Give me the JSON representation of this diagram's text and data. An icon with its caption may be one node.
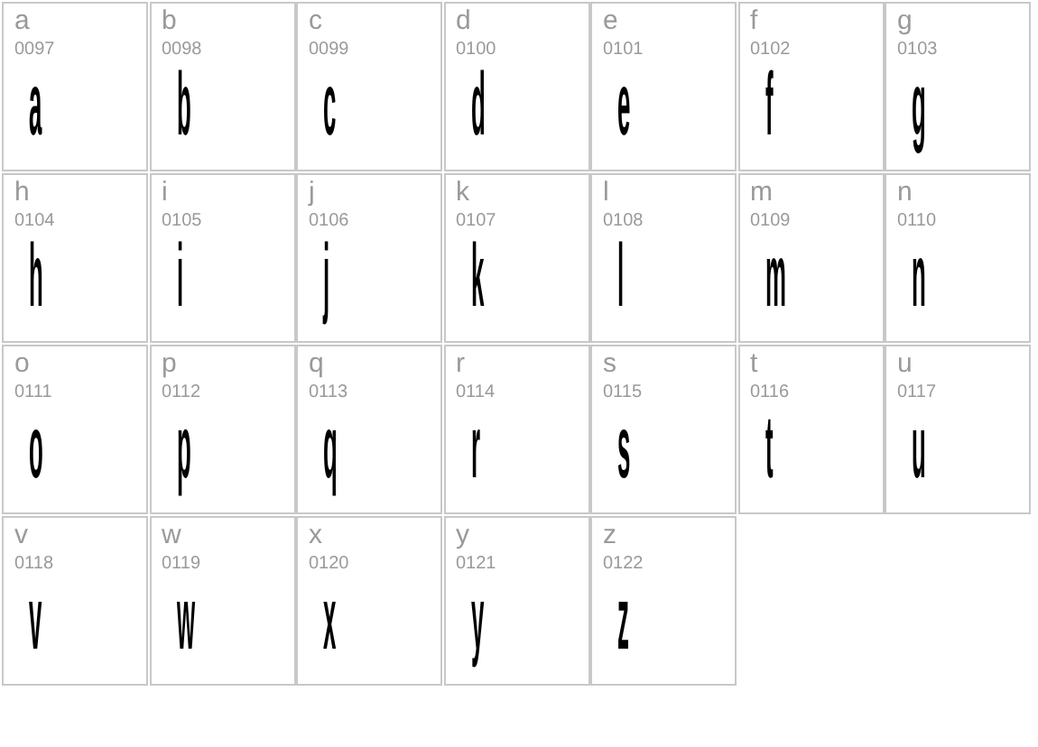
{
  "diagram": {
    "labels": [
      "a",
      "0097",
      "a",
      "b",
      "0098",
      "b",
      "c",
      "0099",
      "c",
      "d",
      "0100",
      "d",
      "e",
      "0101",
      "e",
      "f",
      "0102",
      "f",
      "g",
      "0103",
      "g",
      "h",
      "0104",
      "h",
      "i",
      "0105",
      "i",
      "j",
      "0106",
      "j",
      "k",
      "0107",
      "k",
      "l",
      "0108",
      "l",
      "m",
      "0109",
      "m",
      "n",
      "0110",
      "n",
      "o",
      "0111",
      "o",
      "p",
      "0112",
      "p",
      "q",
      "0113",
      "q",
      "r",
      "0114",
      "r",
      "s",
      "0115",
      "s",
      "t",
      "0116",
      "t",
      "u",
      "0117",
      "u",
      "v",
      "0118",
      "v",
      "w",
      "0119",
      "w",
      "x",
      "0120",
      "x",
      "y",
      "0121",
      "y",
      "z",
      "0122",
      "z"
    ]
  }
}
